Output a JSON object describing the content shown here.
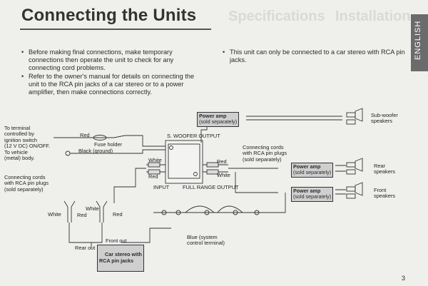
{
  "title": "Connecting the Units",
  "ghost_heading_1": "Specifications",
  "ghost_heading_2": "Installation",
  "language_tab": "ENGLISH",
  "bullets_left": [
    "Before making final connections, make temporary connections then operate the unit to check for any connecting cord problems.",
    "Refer to the owner's manual for details on connecting the unit to the RCA pin jacks of a car stereo or to a power amplifier, then make connections correctly."
  ],
  "bullets_right": [
    "This unit can only be connected to a car stereo with RCA pin jacks."
  ],
  "diagram": {
    "ignition": "To terminal\ncontrolled by\nignition switch\n(12 V DC) ON/OFF.",
    "vehicle": "To vehicle\n(metal) body.",
    "red": "Red",
    "fuse_holder": "Fuse holder",
    "black_ground": "Black (ground)",
    "connecting_cords_left": "Connecting cords\nwith RCA pin plugs\n(sold separately)",
    "connecting_cords_right": "Connecting cords\nwith RCA pin plugs\n(sold separately)",
    "white": "White",
    "white_in": "White",
    "red_in": "Red",
    "red_out": "Red",
    "white_out": "White",
    "input": "INPUT",
    "full_range_output": "FULL RANGE OUTPUT",
    "s_woofer_output": "S. WOOFER OUTPUT",
    "power_amp_sub": "Power amp",
    "power_amp_sub_note": "(sold separately)",
    "power_amp_rear": "Power amp",
    "power_amp_rear_note": "(sold separately)",
    "power_amp_front": "Power amp",
    "power_amp_front_note": "(sold separately)",
    "sub_woofer": "Sub-woofer\nspeakers",
    "rear_speakers": "Rear\nspeakers",
    "front_speakers": "Front\nspeakers",
    "white_l1": "White",
    "red_l1": "Red",
    "white_l2": "White",
    "red_l2": "Red",
    "rear_out": "Rear out",
    "front_out": "Front out",
    "car_stereo": "Car stereo with\nRCA pin jacks",
    "blue_system": "Blue (system\ncontrol terminal)"
  },
  "page_number": "3"
}
